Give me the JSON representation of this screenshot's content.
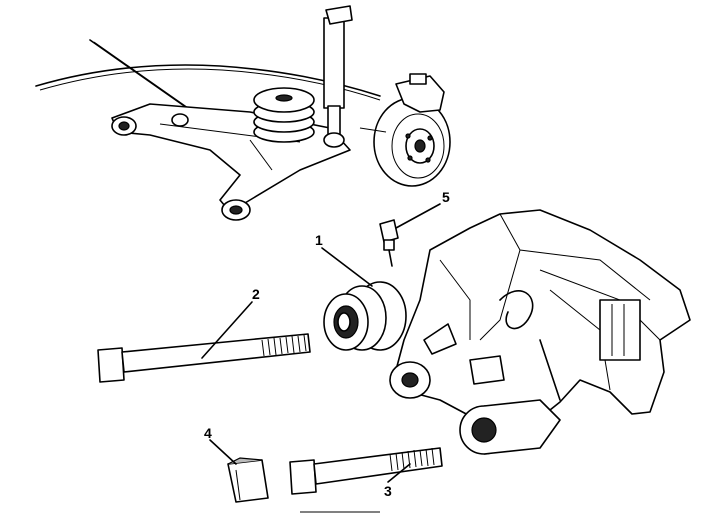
{
  "callouts": [
    {
      "id": "1",
      "label": "1"
    },
    {
      "id": "2",
      "label": "2"
    },
    {
      "id": "3",
      "label": "3"
    },
    {
      "id": "4",
      "label": "4"
    },
    {
      "id": "5",
      "label": "5"
    }
  ],
  "colors": {
    "line": "#000000",
    "background": "#ffffff",
    "shade": "#222222"
  }
}
